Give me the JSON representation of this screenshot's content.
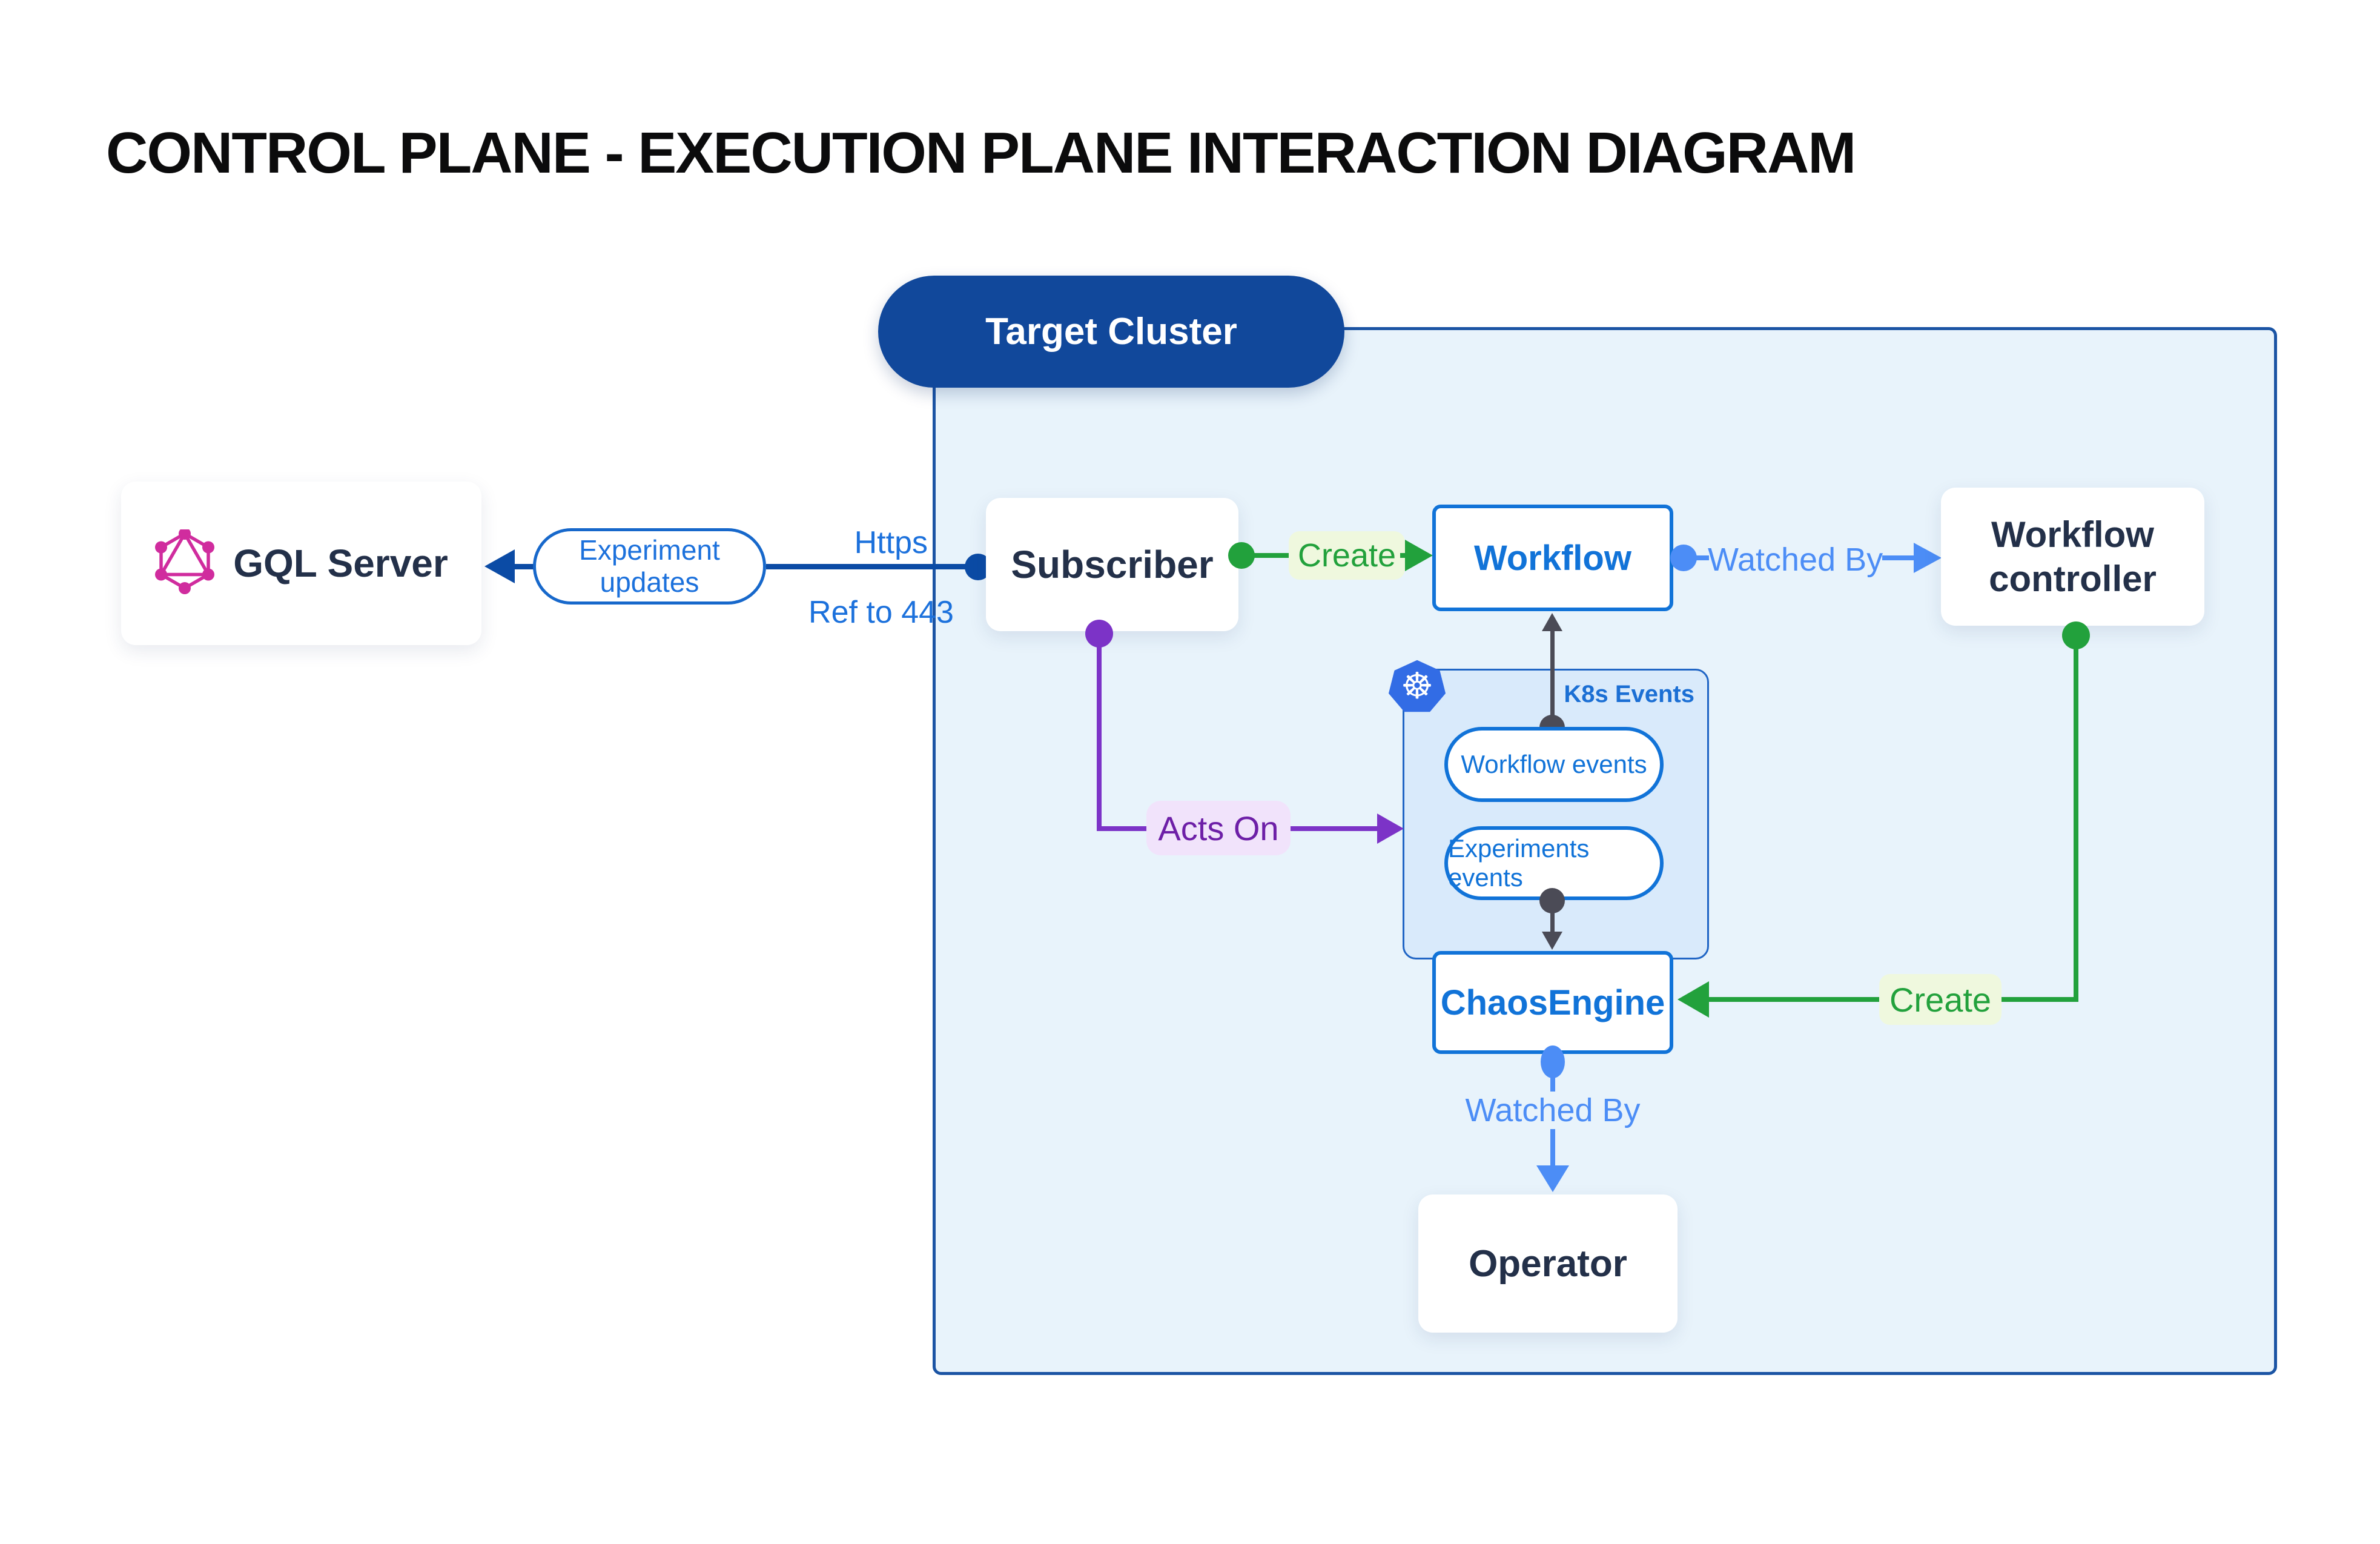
{
  "title": "CONTROL PLANE - EXECUTION PLANE INTERACTION DIAGRAM",
  "cluster": {
    "label": "Target Cluster"
  },
  "nodes": {
    "gql_server": {
      "label": "GQL Server"
    },
    "subscriber": {
      "label": "Subscriber"
    },
    "workflow": {
      "label": "Workflow"
    },
    "workflow_controller": {
      "label": "Workflow controller"
    },
    "chaos_engine": {
      "label": "ChaosEngine"
    },
    "operator": {
      "label": "Operator"
    }
  },
  "k8s_events": {
    "title": "K8s Events",
    "items": [
      {
        "label": "Workflow events"
      },
      {
        "label": "Experiments events"
      }
    ]
  },
  "edges": {
    "experiment_updates": {
      "label": "Experiment updates"
    },
    "https": {
      "label": "Https"
    },
    "ref_443": {
      "label": "Ref to 443"
    },
    "create_workflow": {
      "label": "Create"
    },
    "watched_by_controller": {
      "label": "Watched By"
    },
    "acts_on": {
      "label": "Acts On"
    },
    "create_chaosengine": {
      "label": "Create"
    },
    "watched_by_operator": {
      "label": "Watched By"
    }
  },
  "icons": {
    "graphql": "graphql-logo",
    "kubernetes": "kubernetes-logo",
    "kubernetes_glyph": "☸"
  },
  "colors": {
    "title_text": "#0b0b0c",
    "cluster_fill": "#e8f3fb",
    "cluster_border": "#1b54a4",
    "cluster_pill_bg": "#11489b",
    "node_text_dark": "#233049",
    "node_blue": "#1173d8",
    "link_dark_blue": "#0b4ba5",
    "link_blue_text": "#1c71dc",
    "watched_by_blue": "#4c8df6",
    "create_green": "#22a13c",
    "create_green_bg": "#eff8de",
    "acts_on_purple": "#7c33c7",
    "acts_on_text": "#6d1fa7",
    "acts_on_bg": "#f1e3fb",
    "events_gray": "#4b4b56",
    "k8s_box_fill": "#d9eafb",
    "k8s_box_border": "#2065c5",
    "graphql_pink": "#d02c9e",
    "kubernetes_blue": "#326ce5"
  }
}
